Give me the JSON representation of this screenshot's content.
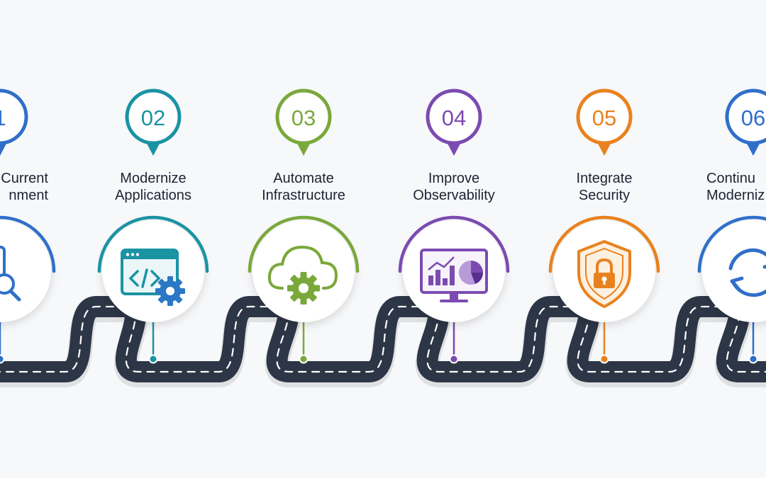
{
  "steps": [
    {
      "number": "1",
      "title_line1": "Current",
      "title_line2": "nment",
      "color": "#2f6fc9",
      "icon": "clipboard-search-icon"
    },
    {
      "number": "02",
      "title_line1": "Modernize",
      "title_line2": "Applications",
      "color": "#1a93a3",
      "icon": "code-window-gear-icon"
    },
    {
      "number": "03",
      "title_line1": "Automate",
      "title_line2": "Infrastructure",
      "color": "#7aa83b",
      "icon": "cloud-gear-icon"
    },
    {
      "number": "04",
      "title_line1": "Improve",
      "title_line2": "Observability",
      "color": "#7b4bb0",
      "icon": "monitor-chart-icon"
    },
    {
      "number": "05",
      "title_line1": "Integrate",
      "title_line2": "Security",
      "color": "#e8821e",
      "icon": "shield-lock-icon"
    },
    {
      "number": "06",
      "title_line1": "Continu",
      "title_line2": "Moderniz",
      "color": "#2f6fc9",
      "icon": "refresh-cycle-icon"
    }
  ],
  "road_color": "#2d3646",
  "background_color": "#f7f8fa"
}
